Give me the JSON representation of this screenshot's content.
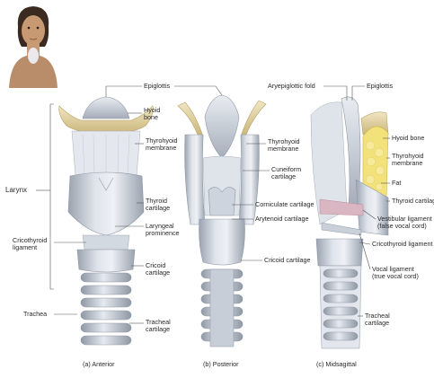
{
  "labels": {
    "epiglottis_a": "Epiglottis",
    "hyoid_bone_a": "Hyoid\nbone",
    "thyrohyoid_membrane_a": "Thyrohyoid\nmembrane",
    "thyroid_cartilage_a": "Thyroid\ncartilage",
    "laryngeal_prominence": "Laryngeal\nprominence",
    "cricoid_cartilage_a": "Cricoid\ncartilage",
    "tracheal_cartilage_a": "Tracheal\ncartilage",
    "larynx": "Larynx",
    "cricothyroid_ligament_a": "Cricothyroid\nligament",
    "trachea": "Trachea",
    "thyrohyoid_membrane_p": "Thyrohyoid\nmembrane",
    "cuneiform_cartilage": "Cuneiform\ncartilage",
    "corniculate_cartilage": "Corniculate cartilage",
    "arytenoid_cartilage": "Arytenoid cartilage",
    "cricoid_cartilage_p": "Cricoid cartilage",
    "aryepiglottic_fold": "Aryepiglottic fold",
    "epiglottis_m": "Epiglottis",
    "hyoid_bone_m": "Hyoid bone",
    "thyrohyoid_membrane_m": "Thyrohyoid\nmembrane",
    "fat": "Fat",
    "thyroid_cartilage_m": "Thyroid cartilage",
    "vestibular_ligament": "Vestibular ligament\n(false vocal cord)",
    "cricothyroid_ligament_m": "Cricothyroid ligament",
    "vocal_ligament": "Vocal ligament\n(true vocal cord)",
    "tracheal_cartilage_m": "Tracheal\ncartilage"
  },
  "captions": {
    "anterior": "(a) Anterior",
    "posterior": "(b) Posterior",
    "midsagittal": "(c) Midsagittal"
  },
  "colors": {
    "cartilage": "#c9d0da",
    "cartilage_light": "#e4e8ee",
    "cartilage_dark": "#8f98a6",
    "hyoid": "#e8d9a8",
    "fat": "#f3e27a",
    "vestibular": "#d9b6c2",
    "leader": "#555555"
  },
  "icons": {
    "thumbnail": "person-neck-highlight-icon"
  }
}
